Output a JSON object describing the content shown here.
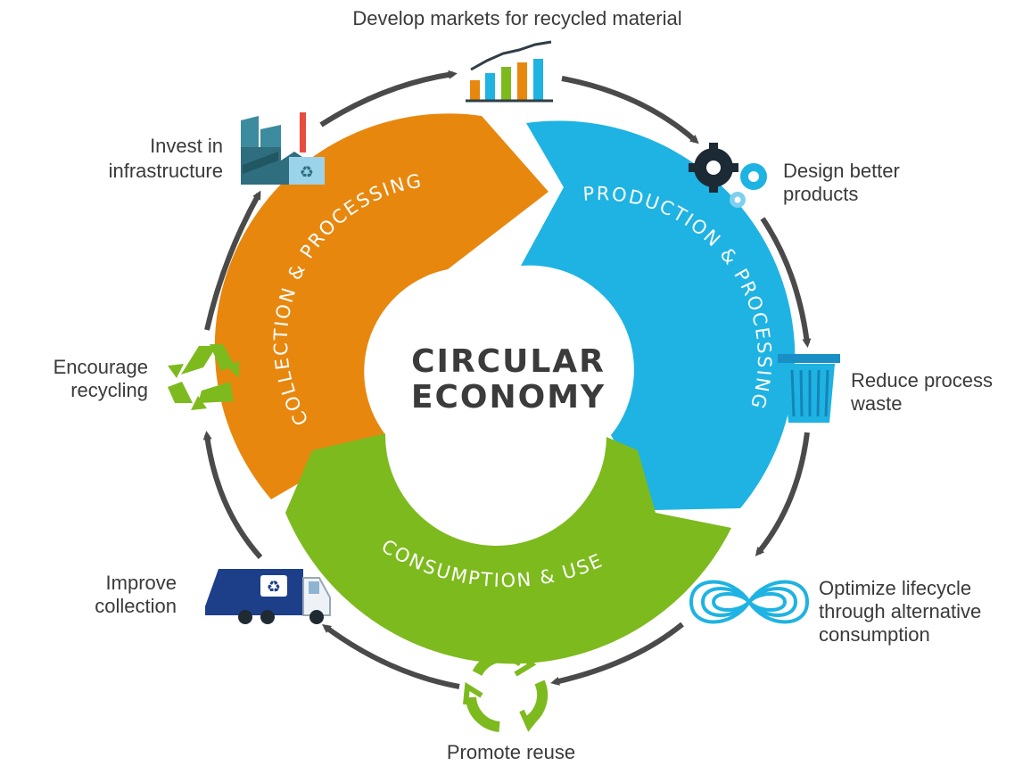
{
  "center": {
    "line1": "CIRCULAR",
    "line2": "ECONOMY"
  },
  "segments": {
    "collection": "COLLECTION & PROCESSING",
    "production": "PRODUCTION & PROCESSING",
    "consumption": "CONSUMPTION & USE"
  },
  "steps": {
    "markets": [
      "Develop markets for recycled material"
    ],
    "design": [
      "Design better",
      "products"
    ],
    "reduce": [
      "Reduce process",
      "waste"
    ],
    "optimize": [
      "Optimize lifecycle",
      "through alternative",
      "consumption"
    ],
    "reuse": [
      "Promote reuse"
    ],
    "collection": [
      "Improve",
      "collection"
    ],
    "recycling": [
      "Encourage",
      "recycling"
    ],
    "infrastructure": [
      "Invest in",
      "infrastructure"
    ]
  },
  "colors": {
    "orange": "#E8870E",
    "blue": "#1EB3E2",
    "green": "#7DBA1E",
    "arrow": "#4a4a4a",
    "text": "#3a3a3a"
  },
  "icons": {
    "markets": "bar-chart-icon",
    "design": "gears-icon",
    "reduce": "trash-bin-icon",
    "optimize": "infinity-icon",
    "reuse": "reuse-cycle-icon",
    "collection": "garbage-truck-icon",
    "recycling": "recycle-icon",
    "infrastructure": "factory-icon"
  }
}
